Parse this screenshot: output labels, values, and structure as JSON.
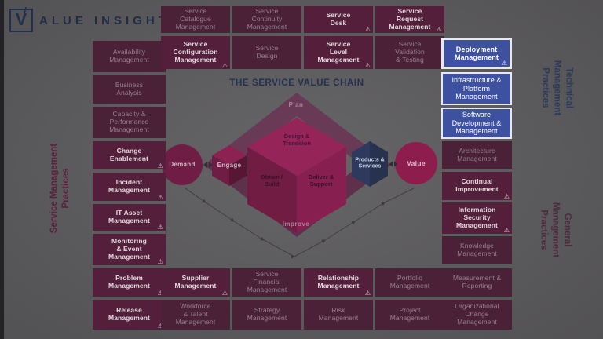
{
  "logo": {
    "v": "V",
    "text": "ALUE INSIGHTS"
  },
  "icons": {
    "warning": "⚠"
  },
  "side_labels": {
    "left": "Service Management\nPractices",
    "right_top": "Technical Management\nPractices",
    "right_bottom": "General Management\nPractices"
  },
  "chain": {
    "title": "THE SERVICE VALUE CHAIN",
    "plan": "Plan",
    "improve": "Improve",
    "design": "Design &\nTransition",
    "obtain": "Obtain /\nBuild",
    "deliver": "Deliver &\nSupport",
    "demand": "Demand",
    "engage": "Engage",
    "products": "Products &\nServices",
    "value": "Value"
  },
  "practices": {
    "left": [
      {
        "label": "Availability\nManagement",
        "highlighted": false
      },
      {
        "label": "Business\nAnalysis",
        "highlighted": false
      },
      {
        "label": "Capacity &\nPerformance\nManagement",
        "highlighted": false
      },
      {
        "label": "Change\nEnablement",
        "highlighted": true
      },
      {
        "label": "Incident\nManagement",
        "highlighted": true
      },
      {
        "label": "IT Asset\nManagement",
        "highlighted": true
      },
      {
        "label": "Monitoring\n& Event\nManagement",
        "highlighted": true
      },
      {
        "label": "Problem\nManagement",
        "highlighted": true
      },
      {
        "label": "Release\nManagement",
        "highlighted": true
      }
    ],
    "top_row1": [
      {
        "label": "Service\nCatalogue\nManagement",
        "highlighted": false
      },
      {
        "label": "Service\nContinuity\nManagement",
        "highlighted": false
      },
      {
        "label": "Service\nDesk",
        "highlighted": true
      },
      {
        "label": "Service\nRequest\nManagement",
        "highlighted": true
      }
    ],
    "top_row2": [
      {
        "label": "Service\nConfiguration\nManagement",
        "highlighted": true
      },
      {
        "label": "Service\nDesign",
        "highlighted": false
      },
      {
        "label": "Service\nLevel\nManagement",
        "highlighted": true
      },
      {
        "label": "Service\nValidation\n& Testing",
        "highlighted": false
      }
    ],
    "tech_highlight": [
      {
        "label": "Deployment\nManagement",
        "highlighted": true
      },
      {
        "label": "Infrastructure &\nPlatform\nManagement",
        "highlighted": false
      },
      {
        "label": "Software\nDevelopment &\nManagement",
        "highlighted": false
      }
    ],
    "right": [
      {
        "label": "Architecture\nManagement",
        "highlighted": false
      },
      {
        "label": "Continual\nImprovement",
        "highlighted": true
      },
      {
        "label": "Information\nSecurity\nManagement",
        "highlighted": true
      },
      {
        "label": "Knowledge\nManagement",
        "highlighted": false
      },
      {
        "label": "Measurement &\nReporting",
        "highlighted": false
      },
      {
        "label": "Organizational\nChange\nManagement",
        "highlighted": false
      }
    ],
    "bottom_row1": [
      {
        "label": "Supplier\nManagement",
        "highlighted": true
      },
      {
        "label": "Service\nFinancial\nManagement",
        "highlighted": false
      },
      {
        "label": "Relationship\nManagement",
        "highlighted": true
      },
      {
        "label": "Portfolio\nManagement",
        "highlighted": false
      }
    ],
    "bottom_row2": [
      {
        "label": "Workforce\n& Talent\nManagement",
        "highlighted": false
      },
      {
        "label": "Strategy\nManagement",
        "highlighted": false
      },
      {
        "label": "Risk\nManagement",
        "highlighted": false
      },
      {
        "label": "Project\nManagement",
        "highlighted": false
      }
    ]
  },
  "colors": {
    "background": "#59585a",
    "box_maroon": "#4a2137",
    "box_maroon_active": "#531f3a",
    "box_blue": "#3e51a1",
    "blue_border": "#e9e8ee",
    "navy_text": "#22304f",
    "magenta": "#8d1d4d",
    "dim_text": "#97818e",
    "active_text": "#e2dade"
  }
}
